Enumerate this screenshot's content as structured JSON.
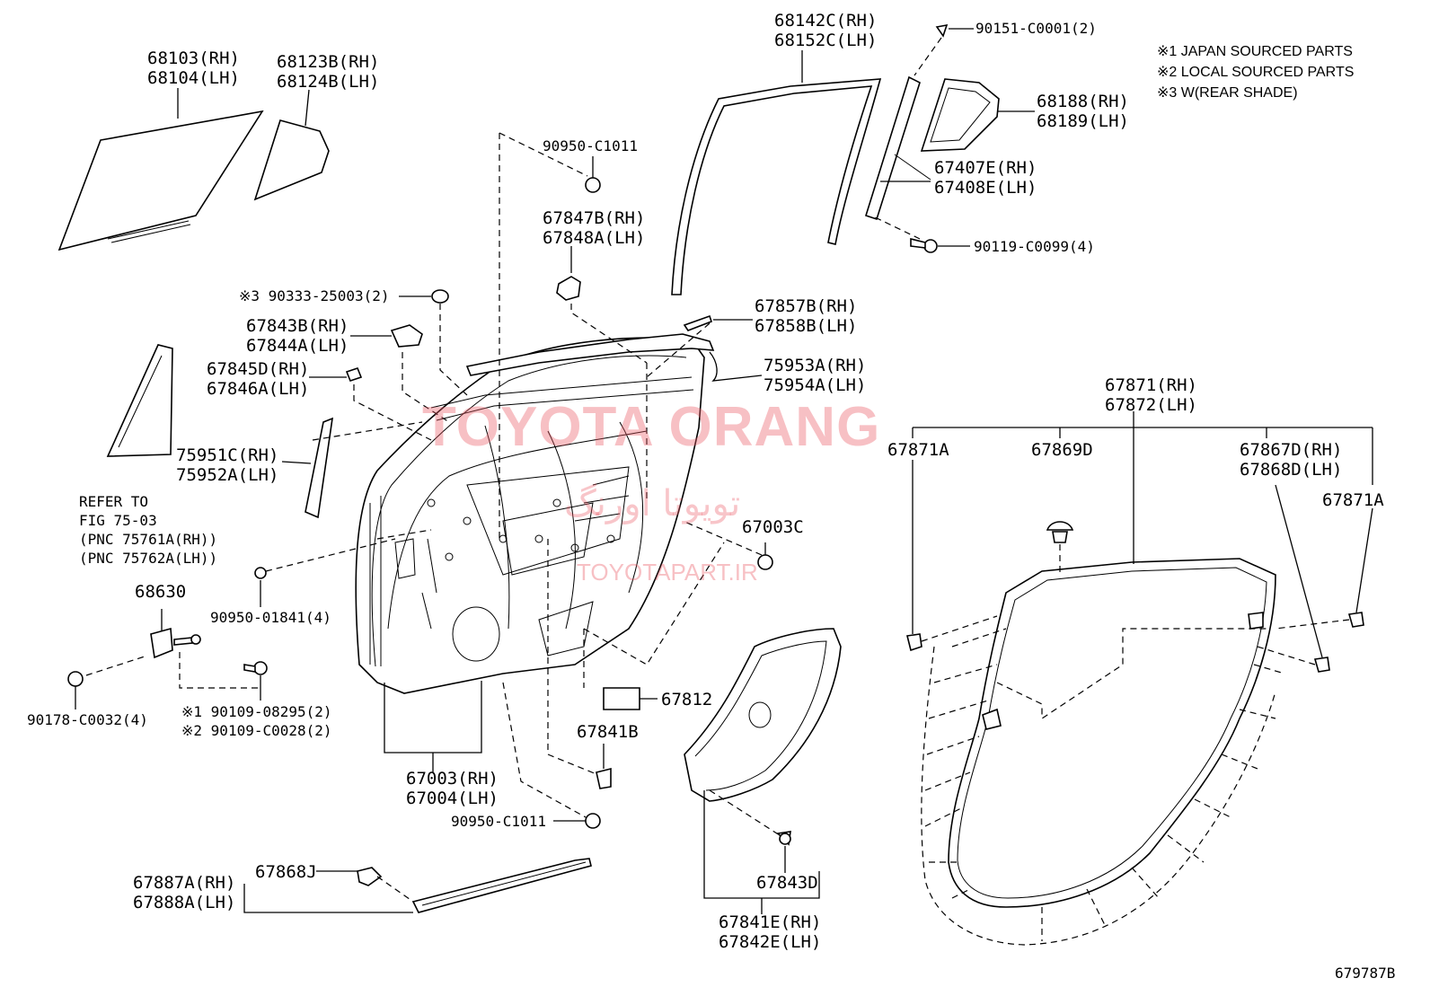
{
  "notes": {
    "n1": "※1 JAPAN SOURCED PARTS",
    "n2": "※2 LOCAL SOURCED PARTS",
    "n3": "※3 W(REAR SHADE)"
  },
  "parts": {
    "p68103": "68103(RH)\n68104(LH)",
    "p68123": "68123B(RH)\n68124B(LH)",
    "p68142": "68142C(RH)\n68152C(LH)",
    "p90151": "90151-C0001(2)",
    "p68188": "68188(RH)\n68189(LH)",
    "p67407": "67407E(RH)\n67408E(LH)",
    "p90119": "90119-C0099(4)",
    "p90950a": "90950-C1011",
    "p67847": "67847B(RH)\n67848A(LH)",
    "p90333": "※3 90333-25003(2)",
    "p67843": "67843B(RH)\n67844A(LH)",
    "p67845": "67845D(RH)\n67846A(LH)",
    "p67857": "67857B(RH)\n67858B(LH)",
    "p75953": "75953A(RH)\n75954A(LH)",
    "p75951": "75951C(RH)\n75952A(LH)",
    "refer": "REFER TO\nFIG 75-03\n(PNC 75761A(RH))\n(PNC 75762A(LH))",
    "p67871": "67871(RH)\n67872(LH)",
    "p67871a_l": "67871A",
    "p67869": "67869D",
    "p67867": "67867D(RH)\n67868D(LH)",
    "p67871a_r": "67871A",
    "p67003c": "67003C",
    "p68630": "68630",
    "p9095001841": "90950-01841(4)",
    "p90178": "90178-C0032(4)",
    "p90109": "※1 90109-08295(2)\n※2 90109-C0028(2)",
    "p67812": "67812",
    "p67841b": "67841B",
    "p67003": "67003(RH)\n67004(LH)",
    "p90950b": "90950-C1011",
    "p67843d": "67843D",
    "p67841e": "67841E(RH)\n67842E(LH)",
    "p67887": "67887A(RH)\n67888A(LH)",
    "p67868j": "67868J",
    "figno": "679787B"
  },
  "watermark": {
    "brand": "TOYOTA ORANG",
    "persian": "تویوتا اورنگ",
    "url": "TOYOTAPART.IR"
  }
}
